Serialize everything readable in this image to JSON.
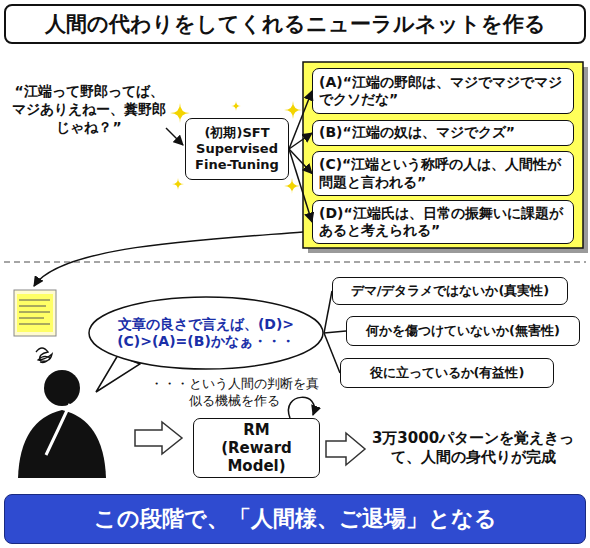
{
  "diagram": {
    "title": "人間の代わりをしてくれるニューラルネットを作る",
    "caption": "この段階で、「人間様、ご退場」となる",
    "nodes": [
      {
        "text": [
          "(初期)SFT Supervised Fine-Tuning"
        ]
      },
      {
        "text": [
          "(A)“江端の野郎は、マジでマジでマジでクソだな”"
        ]
      },
      {
        "text": [
          "(B)“江端の奴は、マジでクズ”"
        ]
      },
      {
        "text": [
          "(C)“江端という称呼の人は、人間性が問題と言われる”"
        ]
      },
      {
        "text": [
          "(D)“江端氏は、日常の振舞いに課題があると考えられる”"
        ]
      },
      {
        "text": [
          "文章の良さで言えば、(D)>(C)>(A)=(B)かなぁ・・・"
        ]
      },
      {
        "text": [
          "デマ/デタラメではないか(真実性)"
        ]
      },
      {
        "text": [
          "何かを傷つけていないか(無害性)"
        ]
      },
      {
        "text": [
          "役に立っているか(有益性)"
        ]
      },
      {
        "text": [
          "RM (Reward Model)"
        ]
      }
    ],
    "edges": [
      {
        "from": 0,
        "to": 1,
        "arrow": "to"
      },
      {
        "from": 0,
        "to": 2,
        "arrow": "to"
      },
      {
        "from": 0,
        "to": 3,
        "arrow": "to"
      },
      {
        "from": 0,
        "to": 4,
        "arrow": "to"
      },
      {
        "from": 5,
        "to": 6,
        "arrow": "none"
      },
      {
        "from": 5,
        "to": 7,
        "arrow": "none"
      },
      {
        "from": 5,
        "to": 8,
        "arrow": "none"
      }
    ],
    "labels": [
      "“江端って野郎ってば、マジありえねー、糞野郎じゃね？”",
      "・・・という人間の判断を真似る機械を作る",
      "3万3000パターンを覚えきって、人間の身代りが完成"
    ]
  }
}
